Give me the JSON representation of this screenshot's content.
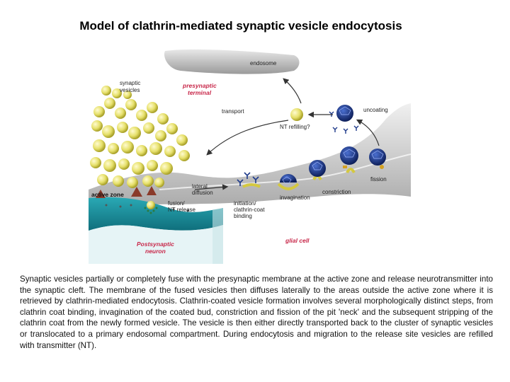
{
  "title": "Model of clathrin-mediated synaptic vesicle endocytosis",
  "figure": {
    "labels": {
      "endosome": "endosome",
      "synaptic_vesicles": [
        "synaptic",
        "vesicles"
      ],
      "presynaptic_terminal": [
        "presynaptic",
        "terminal"
      ],
      "transport": "transport",
      "uncoating": "uncoating",
      "nt_refilling": "NT refilling?",
      "fission": "fission",
      "constriction": "constriction",
      "invagination": "invagination",
      "lateral_diffusion": [
        "lateral",
        "diffusion"
      ],
      "active_zone": "active zone",
      "initiation": [
        "initiation/",
        "clathrin-coat",
        "binding"
      ],
      "fusion": [
        "fusion/",
        "NT release"
      ],
      "postsynaptic_neuron": [
        "Postsynaptic",
        "neuron"
      ],
      "glial_cell": "glial cell"
    },
    "colors": {
      "vesicle": "#e6e06a",
      "membrane": "#bdbdbd",
      "postsynaptic": "#1e9aa8",
      "clathrin": "#1e3a8a",
      "label_red": "#c8284a"
    }
  },
  "caption": "Synaptic vesicles partially or completely fuse with the presynaptic membrane at the active zone and release neurotransmitter into the synaptic cleft. The membrane of the fused vesicles then diffuses laterally to the areas outside the active zone where it is retrieved by clathrin-mediated endocytosis. Clathrin-coated vesicle formation involves several morphologically distinct steps, from clathrin coat binding, invagination of the coated bud, constriction and fission of the pit 'neck' and the subsequent stripping of the clathrin coat from the newly formed vesicle. The vesicle is then either directly transported back to the cluster of synaptic vesicles or translocated to a primary endosomal compartment. During endocytosis and migration to the release site vesicles are refilled with transmitter (NT)."
}
